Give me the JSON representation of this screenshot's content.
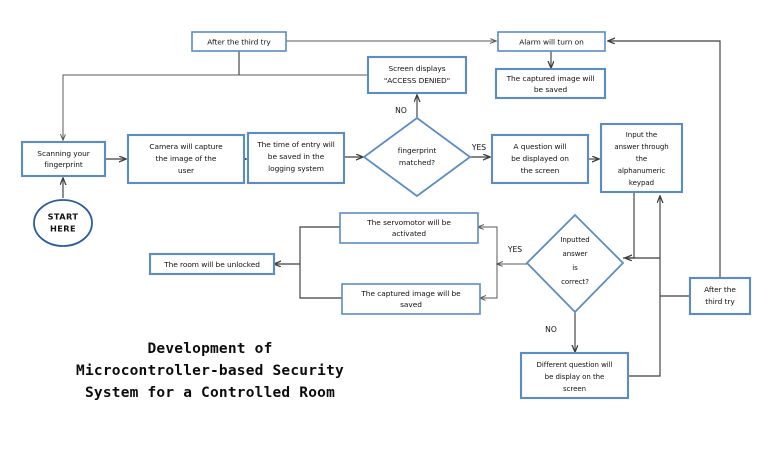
{
  "document": {
    "title_lines": [
      "Development of",
      "Microcontroller-based Security",
      "System for a Controlled Room"
    ],
    "background_color": "#ffffff",
    "node_border_color": "#5b8cc4",
    "start_border_color": "#2b5aa0",
    "edge_color": "#3f3f3f"
  },
  "nodes": {
    "after_third_try_top": {
      "label": "After the third try",
      "shape": "rect"
    },
    "alarm": {
      "label": "Alarm will turn on",
      "shape": "rect"
    },
    "captured_image_top": {
      "label_line1": "The captured image will",
      "label_line2": "be saved",
      "shape": "rect"
    },
    "access_denied": {
      "label_line1": "Screen displays",
      "label_line2": "\"ACCESS DENIED\"",
      "shape": "rect"
    },
    "scanning": {
      "label_line1": "Scanning your",
      "label_line2": "fingerprint",
      "shape": "rect"
    },
    "start": {
      "label_line1": "START",
      "label_line2": "HERE",
      "shape": "ellipse"
    },
    "camera": {
      "label_line1": "Camera will capture",
      "label_line2": "the image of the",
      "label_line3": "user",
      "shape": "rect"
    },
    "time_entry": {
      "label_line1": "The time of entry will",
      "label_line2": "be saved in the",
      "label_line3": "logging system",
      "shape": "rect"
    },
    "fingerprint_matched": {
      "label_line1": "fingerprint",
      "label_line2": "matched?",
      "shape": "diamond"
    },
    "question": {
      "label_line1": "A question will",
      "label_line2": "be displayed on",
      "label_line3": "the screen",
      "shape": "rect"
    },
    "input_answer": {
      "label_line1": "Input the",
      "label_line2": "answer through",
      "label_line3": "the",
      "label_line4": "alphanumeric",
      "label_line5": "keypad",
      "shape": "rect"
    },
    "answer_correct": {
      "label_line1": "Inputted",
      "label_line2": "answer",
      "label_line3": "is",
      "label_line4": "correct?",
      "shape": "diamond"
    },
    "servomotor": {
      "label_line1": "The servomotor will be",
      "label_line2": "activated",
      "shape": "rect"
    },
    "captured_image_bottom": {
      "label_line1": "The captured image will be",
      "label_line2": "saved",
      "shape": "rect"
    },
    "room_unlocked": {
      "label": "The room will be unlocked",
      "shape": "rect"
    },
    "different_question": {
      "label_line1": "Different question will",
      "label_line2": "be display on the",
      "label_line3": "screen",
      "shape": "rect"
    },
    "after_third_try_bottom": {
      "label_line1": "After the",
      "label_line2": "third try",
      "shape": "rect"
    }
  },
  "edge_labels": {
    "fingerprint_no": "NO",
    "fingerprint_yes": "YES",
    "answer_yes": "YES",
    "answer_no": "NO"
  }
}
